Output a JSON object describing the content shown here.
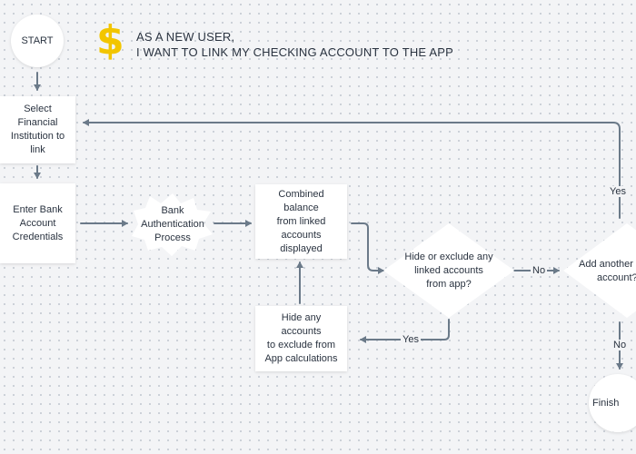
{
  "header": {
    "line1": "AS A NEW USER,",
    "line2": "I WANT TO LINK MY CHECKING ACCOUNT TO THE APP",
    "icon": "dollar-sign-icon",
    "icon_color": "#f2c500"
  },
  "colors": {
    "connector": "#6b7a89",
    "node_fill": "#ffffff",
    "text": "#2a3340"
  },
  "nodes": {
    "start": "START",
    "select_institution": [
      "Select",
      "Financial",
      "Institution to",
      "link"
    ],
    "enter_credentials": [
      "Enter Bank",
      "Account",
      "Credentials"
    ],
    "bank_auth": [
      "Bank",
      "Authentication",
      "Process"
    ],
    "combined_balance": [
      "Combined balance",
      "from linked",
      "accounts",
      "displayed"
    ],
    "hide_exclude_question": [
      "Hide or exclude any",
      "linked accounts",
      "from app?"
    ],
    "hide_accounts": [
      "Hide any accounts",
      "to exclude from",
      "App calculations"
    ],
    "add_another_question": [
      "Add another li",
      "account?"
    ],
    "finish": "Finish"
  },
  "edge_labels": {
    "no_1": "No",
    "yes_1": "Yes",
    "yes_2": "Yes",
    "no_2": "No"
  }
}
